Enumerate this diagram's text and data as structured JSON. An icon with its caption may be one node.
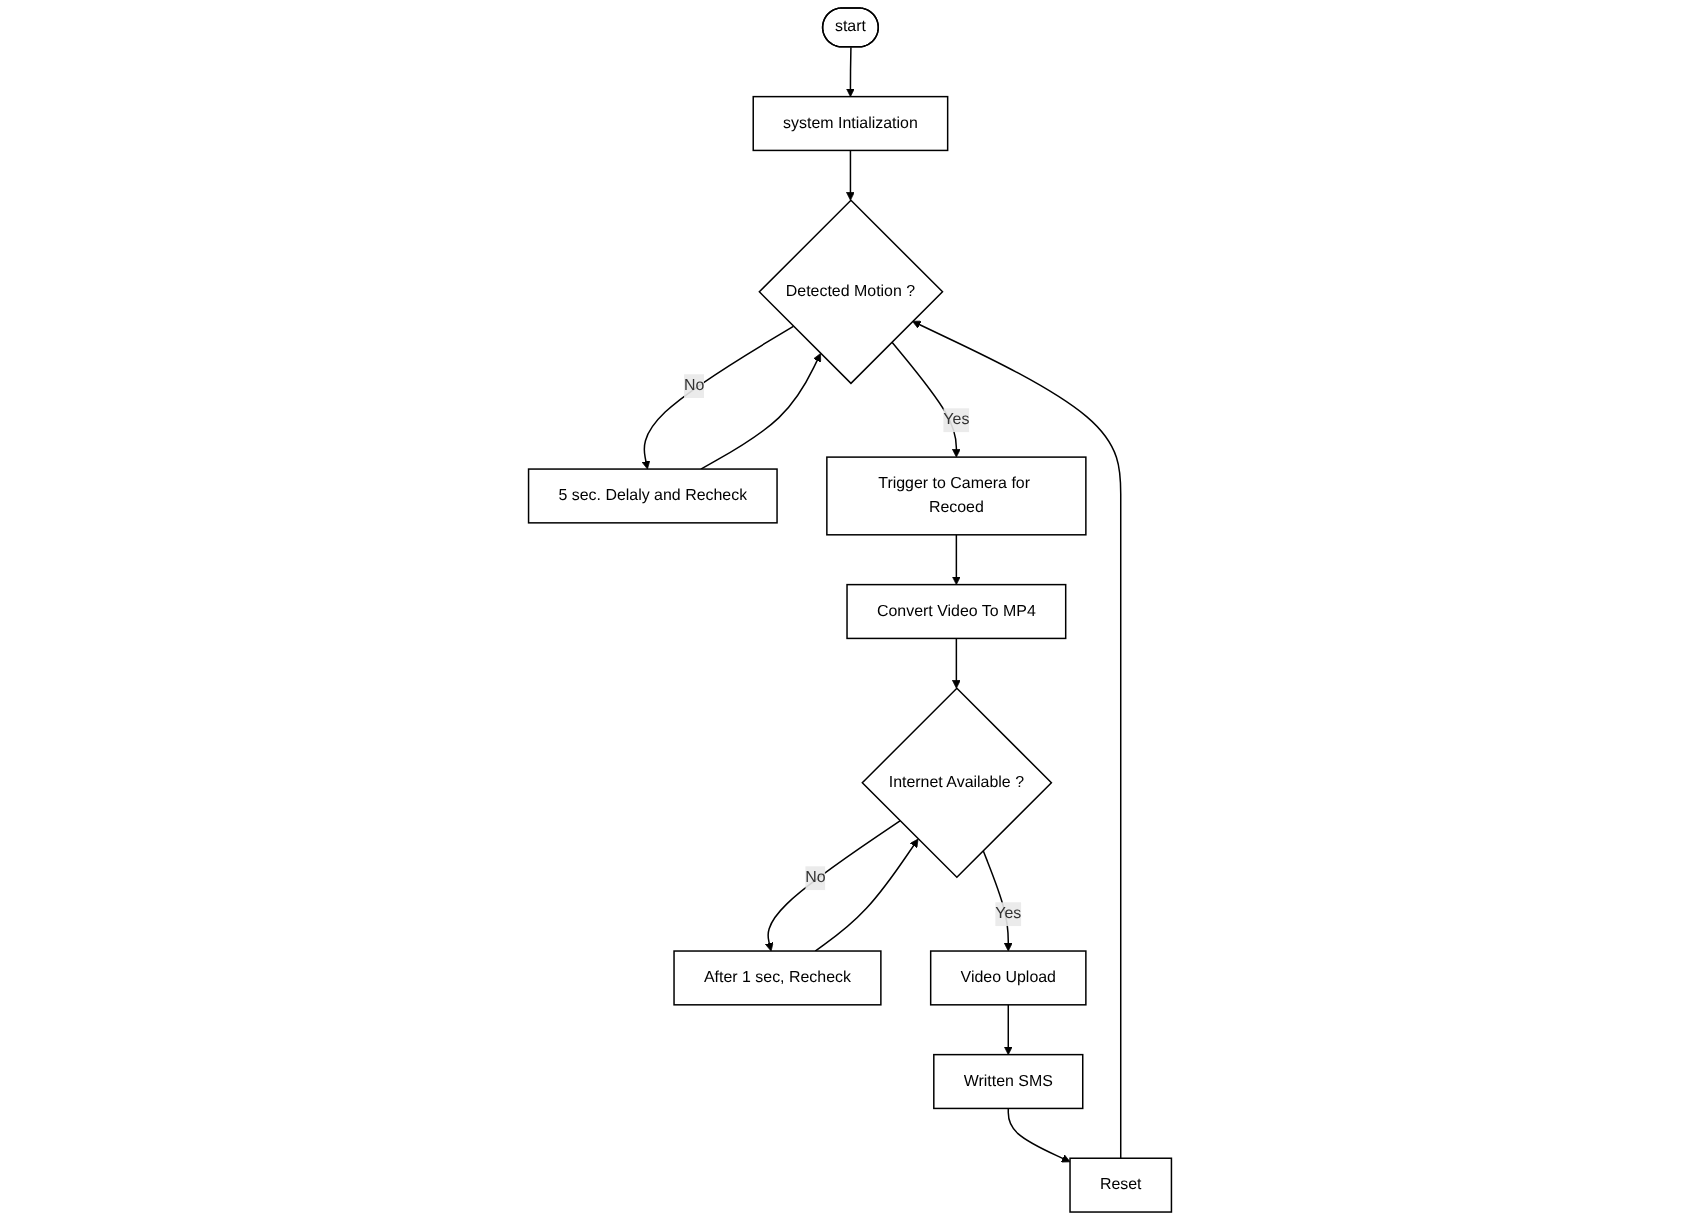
{
  "diagram": {
    "nodes": [
      {
        "text": [
          "start"
        ]
      },
      {
        "text": [
          "system Intialization"
        ]
      },
      {
        "text": [
          "5 sec. Delaly and Recheck"
        ]
      },
      {
        "text": [
          "Detected Motion ?"
        ]
      },
      {
        "text": [
          "Reset"
        ]
      },
      {
        "text": [
          "Trigger to Camera for Recoed"
        ]
      },
      {
        "text": [
          "Convert Video To MP4"
        ]
      },
      {
        "text": [
          "Written SMS"
        ]
      },
      {
        "text": [
          "After 1 sec, Recheck"
        ]
      },
      {
        "text": [
          "Internet Available ?"
        ]
      },
      {
        "text": [
          "Video Upload"
        ]
      }
    ],
    "edges": [
      {
        "from": 0,
        "to": 1,
        "arrow": "to"
      },
      {
        "from": 1,
        "to": 3,
        "arrow": "to"
      },
      {
        "from": 3,
        "to": 2,
        "label": "No",
        "arrow": "to"
      },
      {
        "from": 2,
        "to": 3,
        "arrow": "to"
      },
      {
        "from": 4,
        "to": 3,
        "arrow": "to"
      },
      {
        "from": 3,
        "to": 5,
        "label": "Yes",
        "arrow": "to"
      },
      {
        "from": 5,
        "to": 6,
        "arrow": "to"
      },
      {
        "from": 6,
        "to": 9,
        "arrow": "to"
      },
      {
        "from": 9,
        "to": 8,
        "label": "No",
        "arrow": "to"
      },
      {
        "from": 8,
        "to": 9,
        "arrow": "to"
      },
      {
        "from": 9,
        "to": 10,
        "label": "Yes",
        "arrow": "to"
      },
      {
        "from": 10,
        "to": 7,
        "arrow": "to"
      },
      {
        "from": 7,
        "to": 4,
        "arrow": "to"
      }
    ]
  }
}
